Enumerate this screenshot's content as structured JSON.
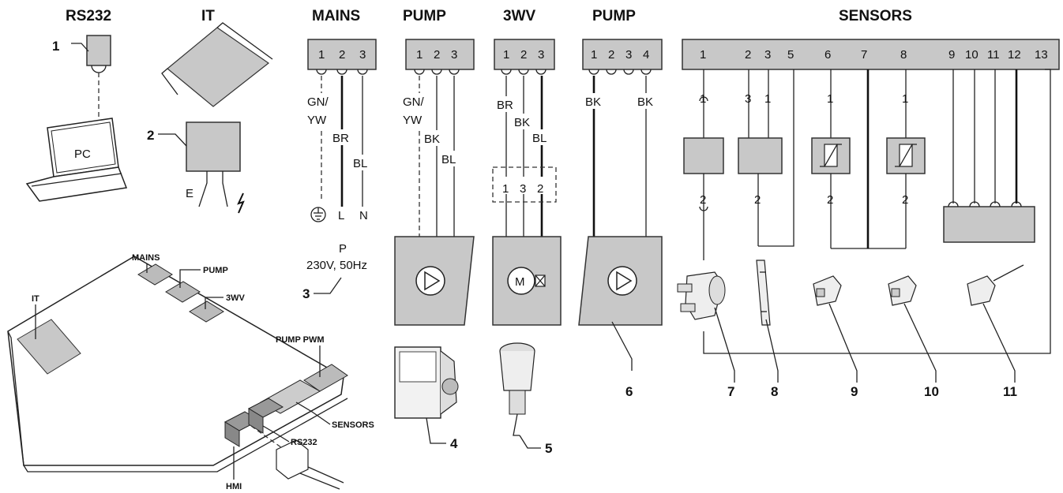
{
  "headers": {
    "rs232": "RS232",
    "it": "IT",
    "mains": "MAINS",
    "pump": "PUMP",
    "threewv": "3WV",
    "pump2": "PUMP",
    "sensors": "SENSORS"
  },
  "connectors": {
    "mains_pins": [
      "1",
      "2",
      "3"
    ],
    "pump_pins": [
      "1",
      "2",
      "3"
    ],
    "threewv_pins": [
      "1",
      "2",
      "3"
    ],
    "pump2_pins": [
      "1",
      "2",
      "3",
      "4"
    ],
    "sensor_pins": [
      "1",
      "2",
      "3",
      "5",
      "6",
      "7",
      "8",
      "9",
      "10",
      "11",
      "12",
      "13"
    ]
  },
  "wires": {
    "gn": "GN/",
    "yw": "YW",
    "br": "BR",
    "bl": "BL",
    "bk": "BK"
  },
  "mains_terminals": {
    "l": "L",
    "n": "N"
  },
  "valve_pins": [
    "1",
    "3",
    "2"
  ],
  "sensor_small": {
    "one": "1",
    "two": "2",
    "three": "3"
  },
  "labels": {
    "pc": "PC",
    "e": "E",
    "p": "P",
    "supply": "230V, 50Hz",
    "motor": "M"
  },
  "callouts": [
    "1",
    "2",
    "3",
    "4",
    "5",
    "6",
    "7",
    "8",
    "9",
    "10",
    "11"
  ],
  "board_labels": {
    "mains": "MAINS",
    "pump": "PUMP",
    "threewv": "3WV",
    "it": "IT",
    "pump_pwm": "PUMP PWM",
    "sensors": "SENSORS",
    "rs232": "RS232",
    "hmi": "HMI"
  }
}
